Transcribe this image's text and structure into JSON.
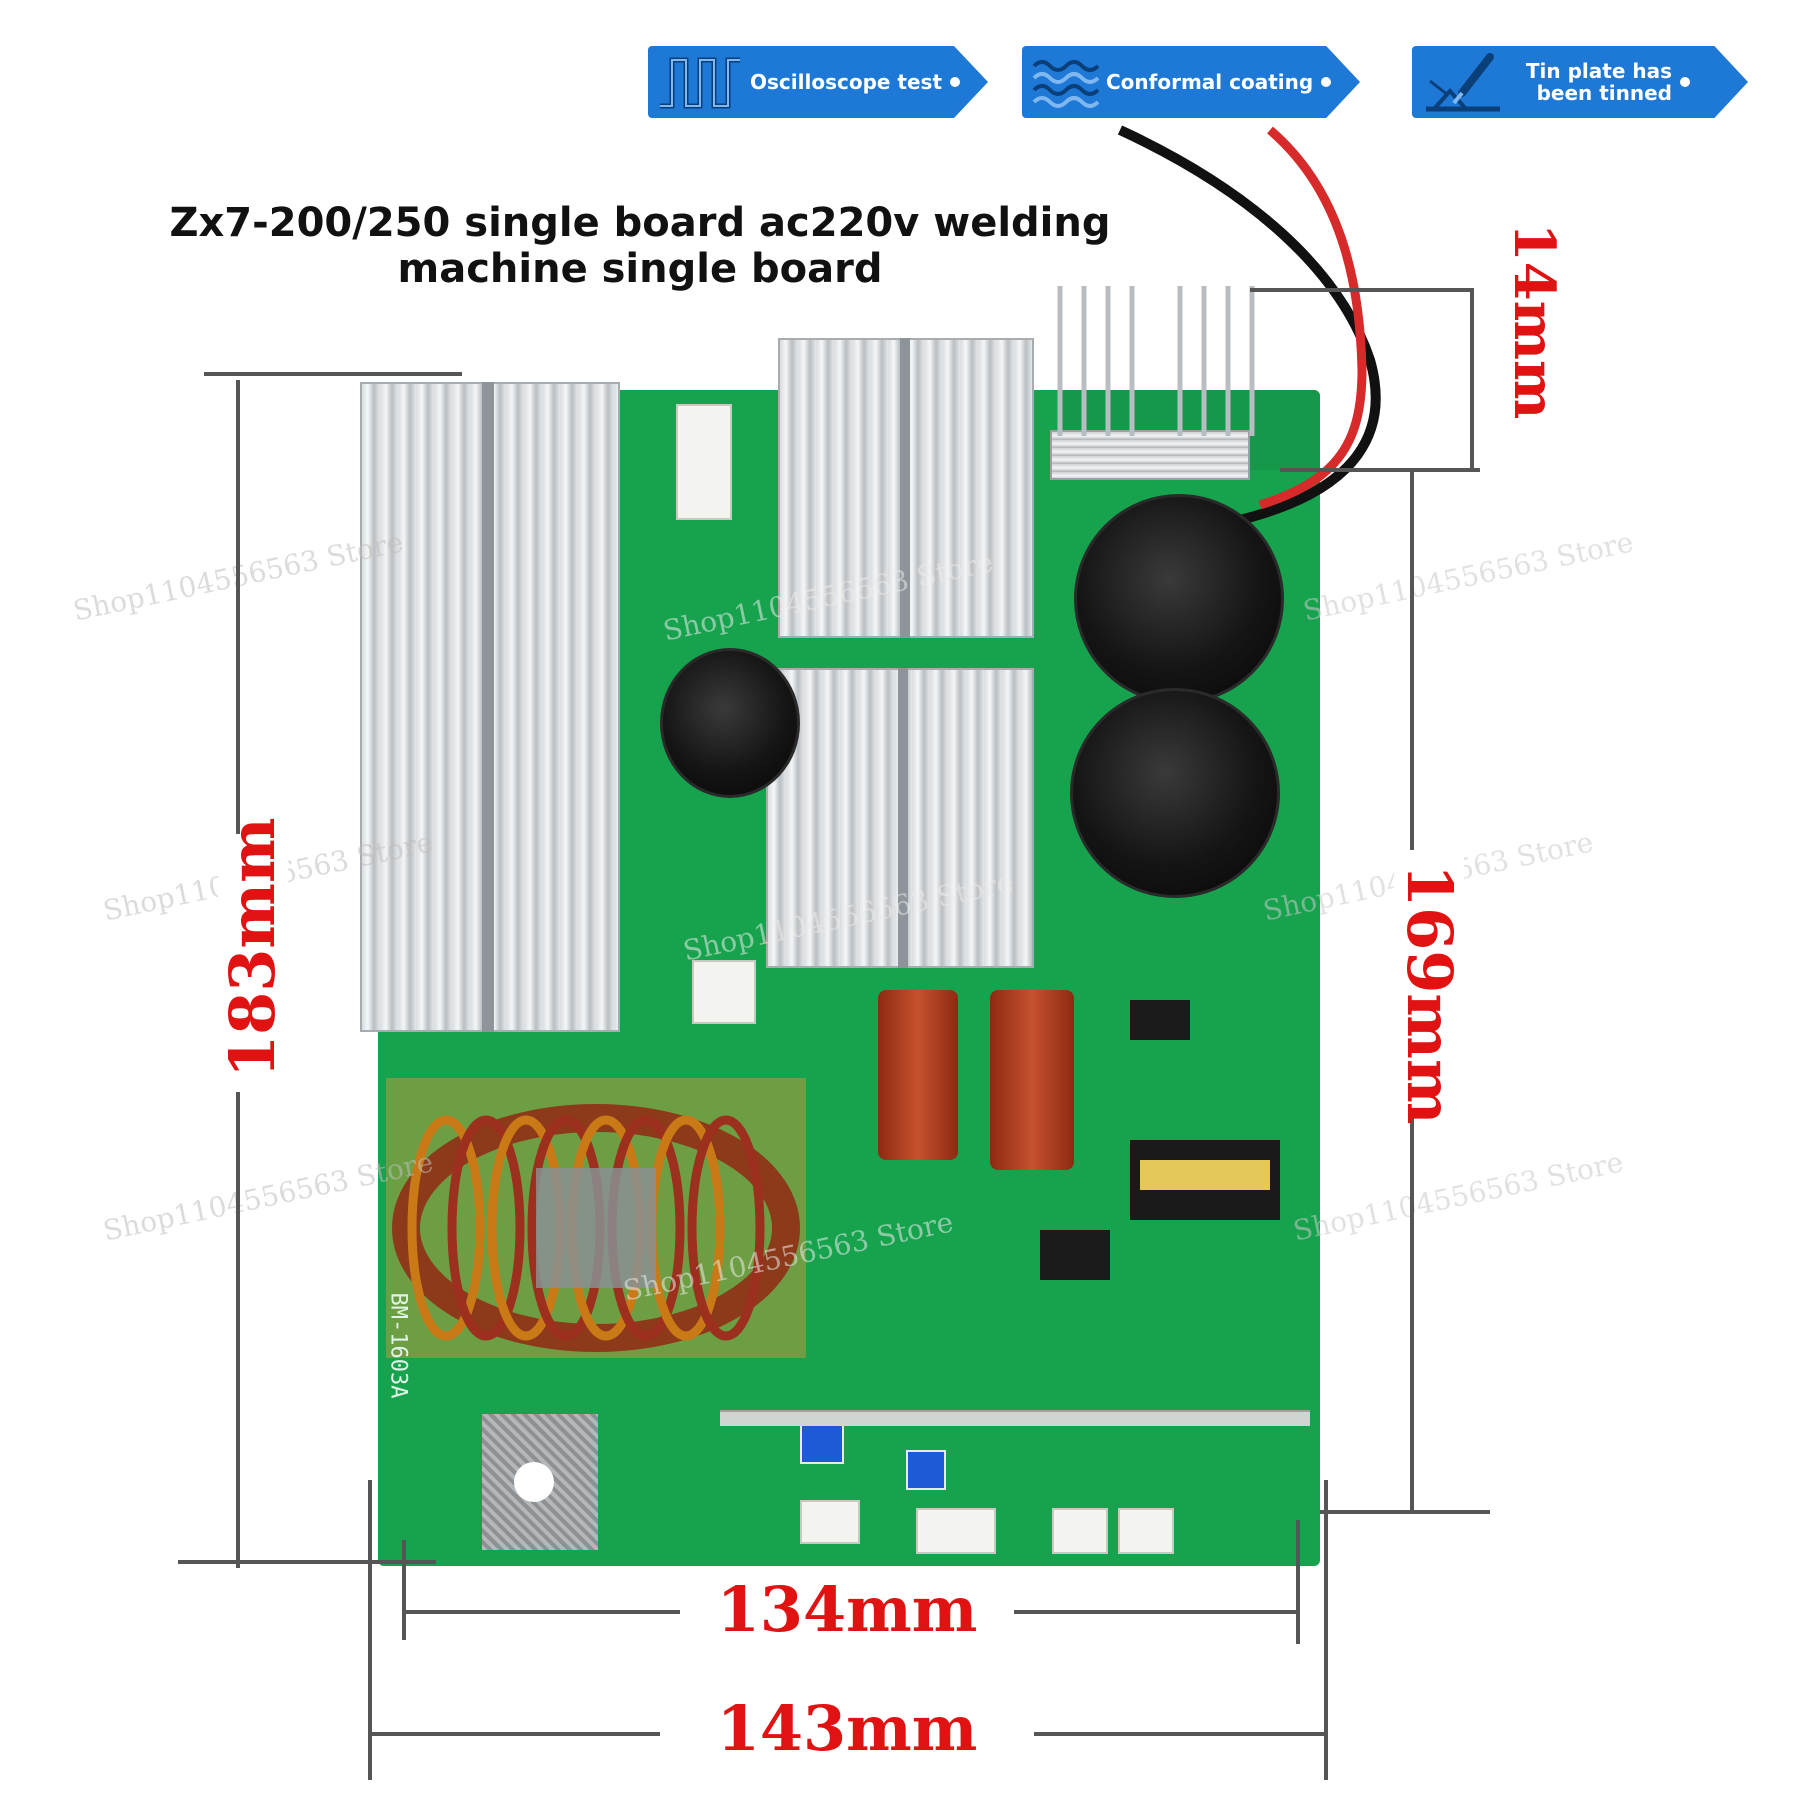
{
  "badges": [
    {
      "label": "Oscilloscope test",
      "icon": "square-wave-icon"
    },
    {
      "label": "Conformal coating",
      "icon": "coating-waves-icon"
    },
    {
      "label": "Tin plate has been tinned",
      "icon": "soldering-iron-icon"
    }
  ],
  "title": "Zx7-200/250 single board ac220v welding machine single board",
  "dimensions": {
    "height_left": "183mm",
    "height_right": "169mm",
    "heatsink_height": "14mm",
    "width_inner": "134mm",
    "width_outer": "143mm"
  },
  "board_marking": "BM-1603A",
  "watermark_text": "Shop1104556563 Store",
  "colors": {
    "badge": "#1e78d6",
    "dimension_label": "#e01212",
    "pcb": "#17a34e"
  }
}
